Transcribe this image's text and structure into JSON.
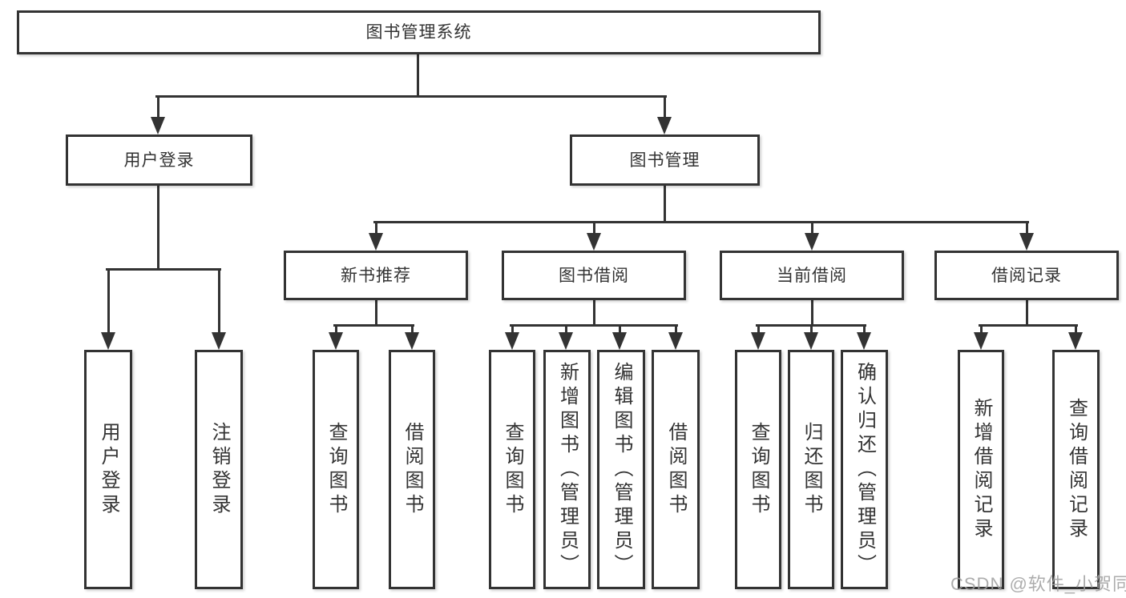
{
  "diagram": {
    "root": {
      "label": "图书管理系统"
    },
    "level2": [
      {
        "label": "用户登录"
      },
      {
        "label": "图书管理"
      }
    ],
    "level3": [
      {
        "label": "新书推荐"
      },
      {
        "label": "图书借阅"
      },
      {
        "label": "当前借阅"
      },
      {
        "label": "借阅记录"
      }
    ],
    "leaves": [
      {
        "label": "用户登录"
      },
      {
        "label": "注销登录"
      },
      {
        "label": "查询图书"
      },
      {
        "label": "借阅图书"
      },
      {
        "label": "查询图书"
      },
      {
        "label": "新增图书（管理员）"
      },
      {
        "label": "编辑图书（管理员）"
      },
      {
        "label": "借阅图书"
      },
      {
        "label": "查询图书"
      },
      {
        "label": "归还图书"
      },
      {
        "label": "确认归还（管理员）"
      },
      {
        "label": "新增借阅记录"
      },
      {
        "label": "查询借阅记录"
      }
    ],
    "watermark": "CSDN @软件_小贺同学",
    "colors": {
      "line": "#333333",
      "text": "#333333",
      "watermark": "#9e9e9e",
      "background": "#ffffff"
    }
  }
}
